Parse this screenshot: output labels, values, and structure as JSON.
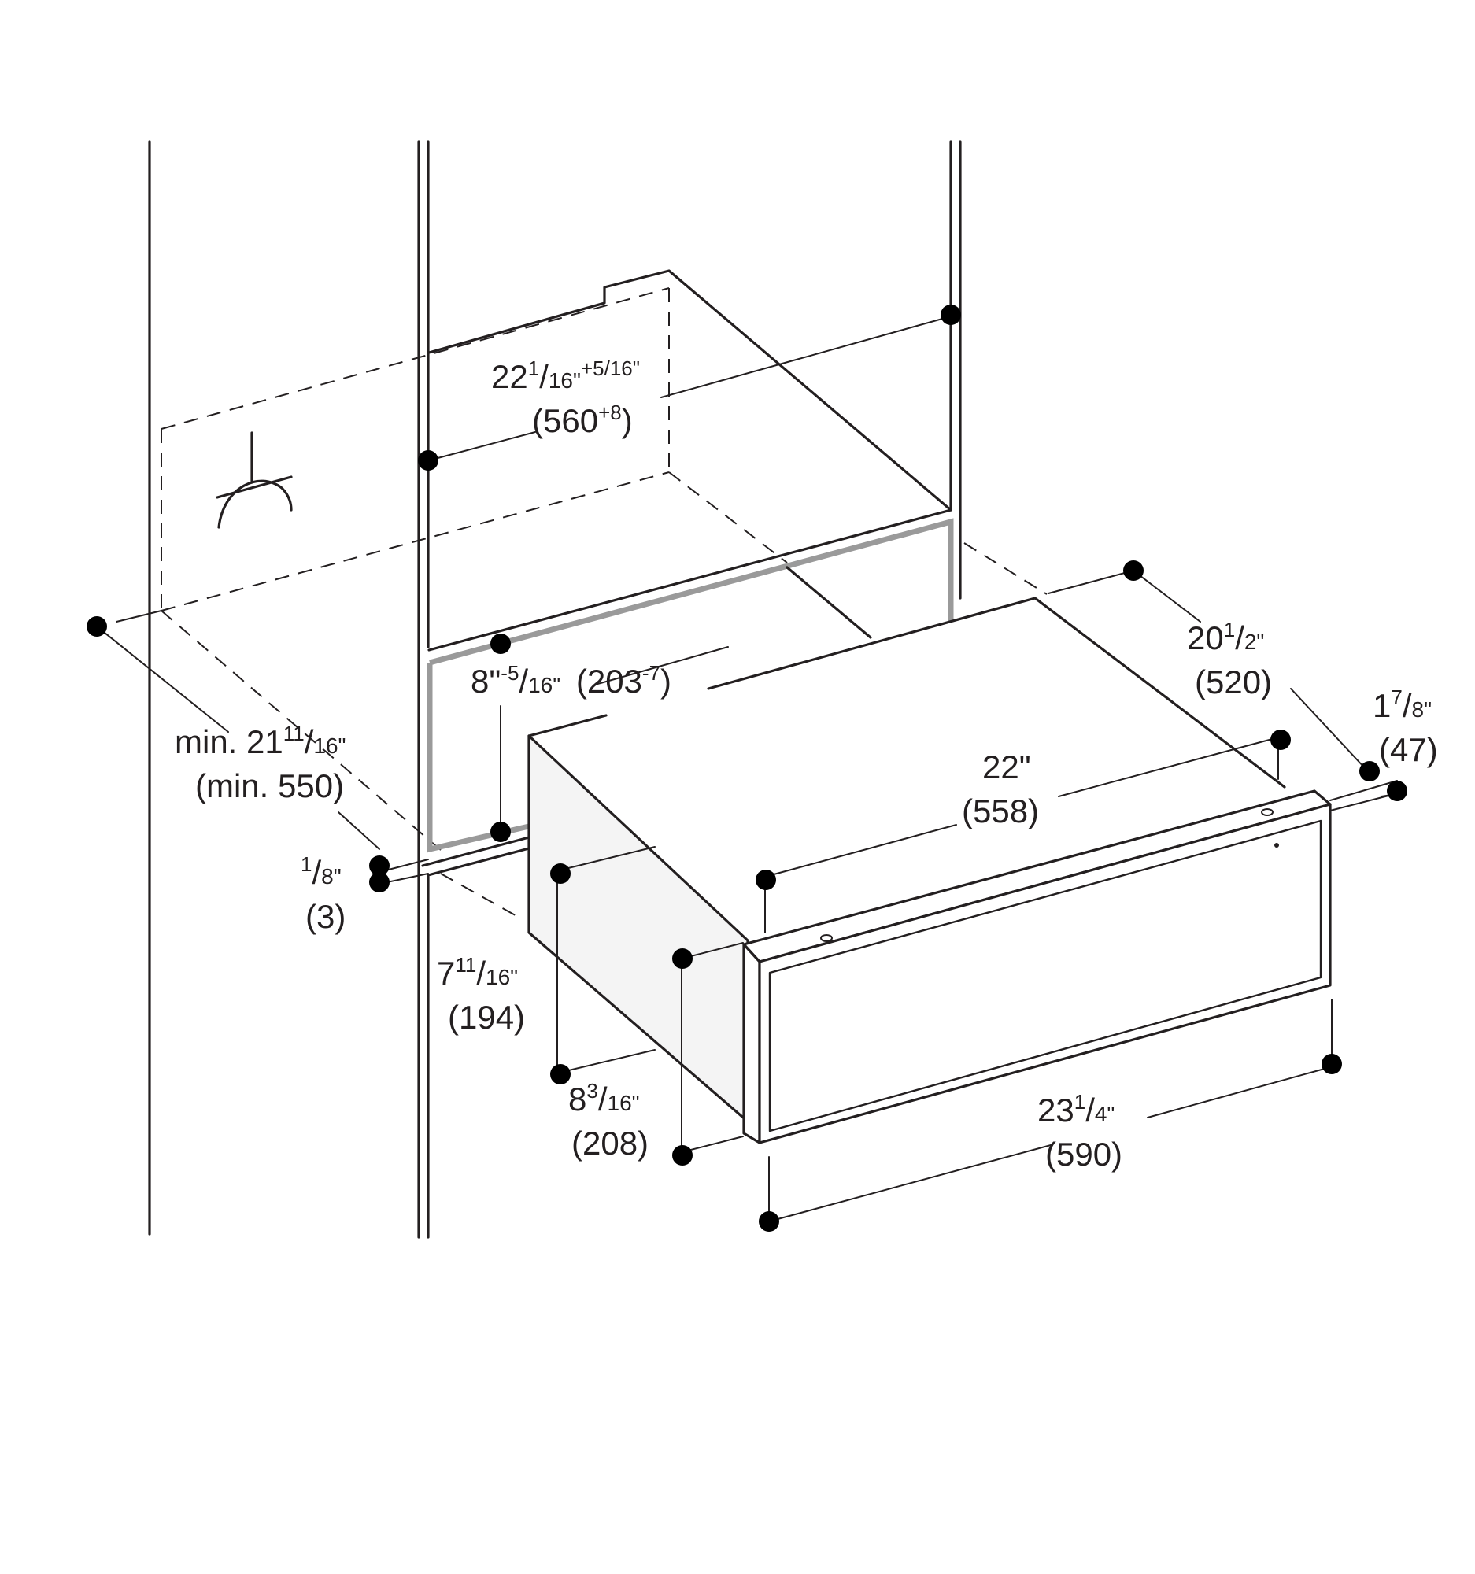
{
  "dimensions": {
    "opening_width": {
      "whole": "22",
      "num": "1",
      "den": "16\"",
      "tol": "+5/16\"",
      "metric": "(560",
      "metric_tol": "+8",
      "close": ")"
    },
    "cabinet_depth": {
      "prefix": "min. 21",
      "num": "11",
      "den": "16\"",
      "metric": "(min. 550)"
    },
    "opening_height": {
      "whole": "8\"",
      "tol": "-5",
      "den": "16\"",
      "metric": "(203",
      "metric_tol": "-7",
      "close": ")"
    },
    "gap": {
      "num": "1",
      "den": "8\"",
      "metric": "(3)"
    },
    "body_depth": {
      "whole": "20",
      "num": "1",
      "den": "2\"",
      "metric": "(520)"
    },
    "front_thickness": {
      "whole": "1",
      "num": "7",
      "den": "8\"",
      "metric": "(47)"
    },
    "body_width": {
      "whole": "22\"",
      "metric": "(558)"
    },
    "body_height": {
      "whole": "7",
      "num": "11",
      "den": "16\"",
      "metric": "(194)"
    },
    "front_height": {
      "whole": "8",
      "num": "3",
      "den": "16\"",
      "metric": "(208)"
    },
    "front_width": {
      "whole": "23",
      "num": "1",
      "den": "4\"",
      "metric": "(590)"
    }
  },
  "colors": {
    "line": "#231f20",
    "dot": "#000000",
    "frame": "#9a9a9a",
    "side_panel": "#f4f4f4"
  }
}
